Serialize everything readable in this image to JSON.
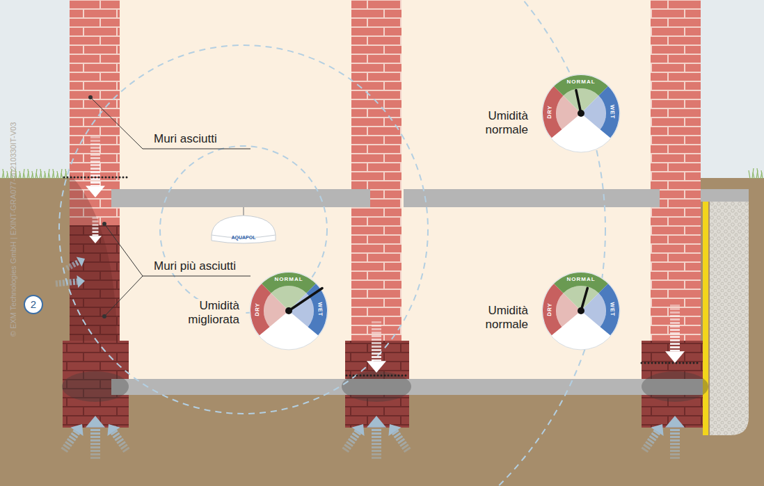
{
  "diagram": {
    "nodes": [
      {
        "text": [
          "DRY",
          "NORMAL",
          "WET"
        ]
      },
      {
        "text": [
          "AQUAPOL"
        ]
      },
      {
        "text": [
          "2"
        ]
      },
      {
        "text": [
          "DRY",
          "NORMAL",
          "WET"
        ]
      },
      {
        "text": [
          "DRY",
          "NORMAL",
          "WET"
        ]
      }
    ],
    "labels": [
      "Muri asciutti",
      "Muri più asciutti",
      "Umidità migliorata",
      "Umidità normale",
      "Umidità normale",
      "© EXM Technologies GmbH | EXINT-GRA077-20210330IT-V03"
    ]
  }
}
